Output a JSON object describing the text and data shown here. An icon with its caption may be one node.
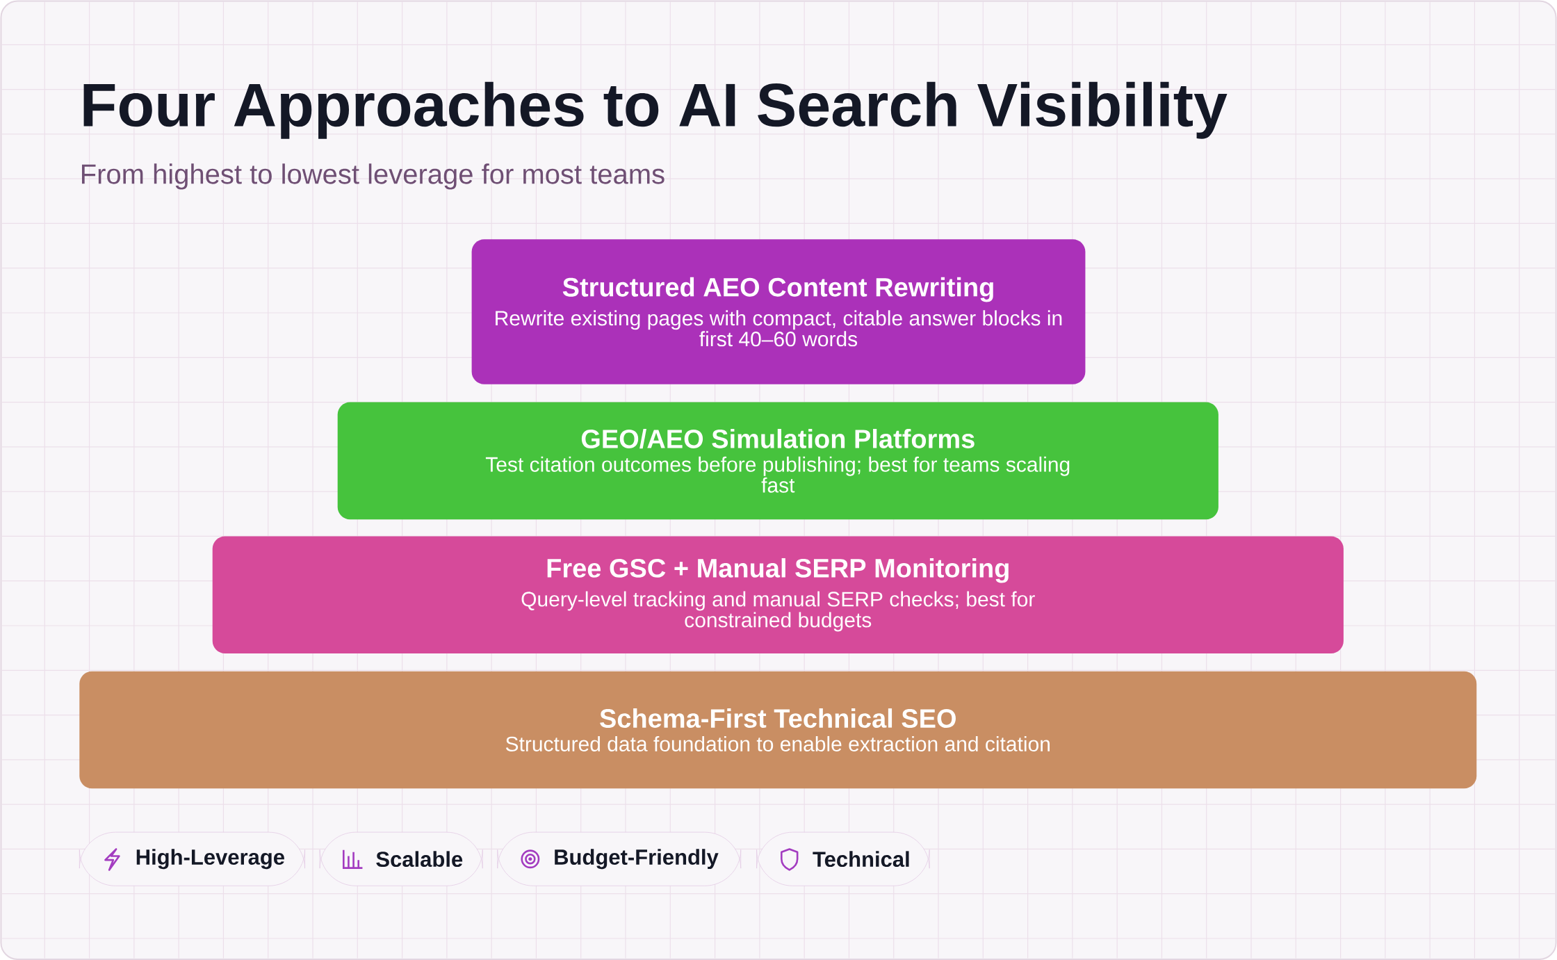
{
  "diagram": {
    "title": "Four Approaches to AI Search Visibility",
    "caption": "From highest to lowest leverage for most teams",
    "nodes": [
      {
        "text": [
          "Structured AEO Content Rewriting",
          "Rewrite existing pages with compact, citable answer blocks in first 40–60 words"
        ]
      },
      {
        "text": [
          "GEO/AEO Simulation Platforms",
          "Test citation outcomes before publishing; best for teams scaling fast"
        ]
      },
      {
        "text": [
          "Free GSC + Manual SERP Monitoring",
          "Query-level tracking and manual SERP checks; best for constrained budgets"
        ]
      },
      {
        "text": [
          "Schema-First Technical SEO",
          "Structured data foundation to enable extraction and citation"
        ]
      }
    ],
    "legend": [
      {
        "text": "High-Leverage"
      },
      {
        "text": "Scalable"
      },
      {
        "text": "Budget-Friendly"
      },
      {
        "text": "Technical"
      }
    ]
  }
}
